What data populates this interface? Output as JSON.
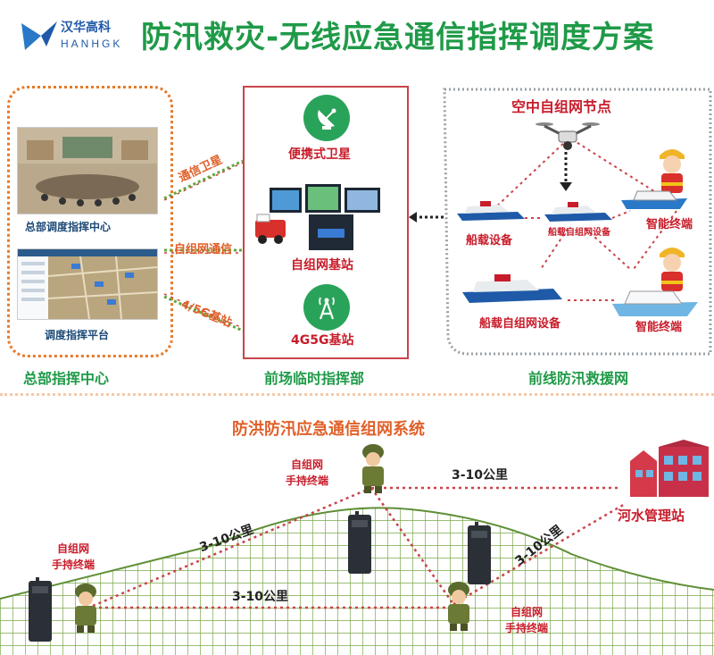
{
  "header": {
    "logo_cn": "汉华高科",
    "logo_en": "HANHGK",
    "title": "防汛救灾-无线应急通信指挥调度方案"
  },
  "left_panel": {
    "item1_caption": "总部调度指挥中心",
    "item2_caption": "调度指挥平台",
    "section_label": "总部指挥中心"
  },
  "links": {
    "satellite": "通信卫星",
    "mesh": "自组网通信",
    "cellular": "4/5G基站"
  },
  "mid_panel": {
    "satellite_label": "便携式卫星",
    "mesh_base_label": "自组网基站",
    "cellular_base_label": "4G5G基站",
    "section_label": "前场临时指挥部"
  },
  "right_panel": {
    "title": "空中自组网节点",
    "boat_device": "船载设备",
    "boat_mesh_small": "船载自组网设备",
    "smart_terminal_1": "智能终端",
    "boat_mesh": "船载自组网设备",
    "smart_terminal_2": "智能终端",
    "section_label": "前线防汛救援网"
  },
  "bottom": {
    "title": "防洪防汛应急通信组网系统",
    "distance": "3-10公里",
    "handheld_line1": "自组网",
    "handheld_line2": "手持终端",
    "station": "河水管理站"
  },
  "colors": {
    "brand_green": "#1f9a48",
    "accent_orange": "#e0602a",
    "accent_red": "#c81c2a",
    "link_red": "#c9444a",
    "link_green": "#5fa83a"
  }
}
